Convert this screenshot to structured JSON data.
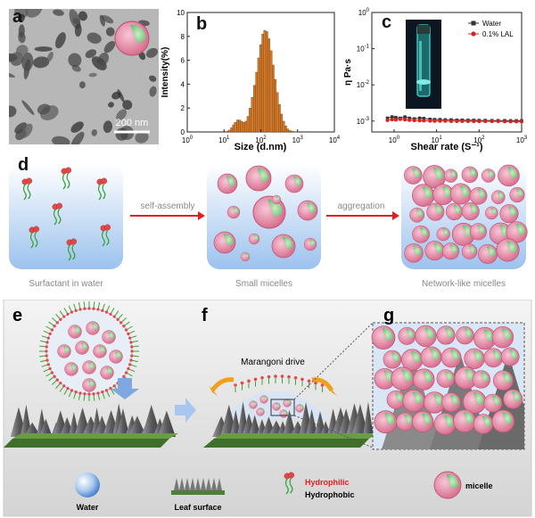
{
  "panels": {
    "a": "a",
    "b": "b",
    "c": "c",
    "d": "d",
    "e": "e",
    "f": "f",
    "g": "g"
  },
  "tem": {
    "scale_label": "200 nm"
  },
  "chart_data": [
    {
      "type": "bar",
      "panel": "b",
      "xlabel": "Size (d.nm)",
      "ylabel": "Intensity(%)",
      "xscale": "log",
      "xlim": [
        1,
        10000
      ],
      "ylim": [
        0,
        10
      ],
      "xticks": [
        "10^0",
        "10^1",
        "10^2",
        "10^3",
        "10^4"
      ],
      "yticks": [
        "0",
        "2",
        "4",
        "6",
        "8",
        "10"
      ],
      "x": [
        12,
        13,
        15,
        17,
        19,
        22,
        25,
        28,
        32,
        37,
        42,
        48,
        55,
        63,
        72,
        82,
        93,
        106,
        120,
        137,
        156,
        178,
        203,
        231,
        263,
        300,
        342,
        390,
        444,
        506,
        577,
        657,
        750,
        855
      ],
      "values": [
        0.05,
        0.15,
        0.35,
        0.6,
        0.8,
        1.0,
        1.0,
        0.9,
        0.8,
        0.9,
        1.3,
        2.0,
        2.9,
        3.9,
        5.0,
        6.2,
        7.3,
        8.2,
        8.5,
        8.4,
        7.8,
        6.8,
        5.6,
        4.4,
        3.3,
        2.3,
        1.5,
        0.9,
        0.5,
        0.25,
        0.12,
        0.06,
        0.03,
        0.01
      ]
    },
    {
      "type": "line",
      "panel": "c",
      "xlabel": "Shear rate (S⁻¹)",
      "ylabel": "η Pa·s",
      "xscale": "log",
      "yscale": "log",
      "xlim": [
        0.3,
        1000
      ],
      "ylim": [
        0.0005,
        1
      ],
      "xticks": [
        "10^0",
        "10^1",
        "10^2",
        "10^3"
      ],
      "yticks": [
        "10^-3",
        "10^-2",
        "10^-1",
        "10^0"
      ],
      "legend_position": "top-right",
      "series": [
        {
          "name": "Water",
          "color": "#333333",
          "x": [
            0.7,
            0.9,
            1.1,
            1.4,
            1.8,
            2.3,
            3,
            4,
            5,
            7,
            9,
            12,
            16,
            22,
            30,
            40,
            55,
            75,
            100,
            140,
            200,
            280,
            400,
            550,
            750,
            1000
          ],
          "values": [
            0.0012,
            0.0013,
            0.00125,
            0.0012,
            0.0013,
            0.0012,
            0.00115,
            0.0012,
            0.00118,
            0.00112,
            0.0011,
            0.0011,
            0.00108,
            0.00108,
            0.00106,
            0.00106,
            0.00105,
            0.00105,
            0.00104,
            0.00104,
            0.00103,
            0.00103,
            0.00103,
            0.00102,
            0.00102,
            0.00102
          ]
        },
        {
          "name": "0.1% LAL",
          "color": "#e02020",
          "x": [
            0.7,
            0.9,
            1.1,
            1.4,
            1.8,
            2.3,
            3,
            4,
            5,
            7,
            9,
            12,
            16,
            22,
            30,
            40,
            55,
            75,
            100,
            140,
            200,
            280,
            400,
            550,
            750,
            1000
          ],
          "values": [
            0.00105,
            0.0011,
            0.00108,
            0.00112,
            0.00109,
            0.00106,
            0.00104,
            0.00103,
            0.00102,
            0.00101,
            0.001,
            0.001,
            0.001,
            0.00099,
            0.00099,
            0.00099,
            0.00099,
            0.00098,
            0.00098,
            0.00098,
            0.00098,
            0.00098,
            0.00097,
            0.00097,
            0.00097,
            0.00097
          ]
        }
      ]
    }
  ],
  "assembly": {
    "step1_label": "Surfactant in water",
    "step2_label": "Small micelles",
    "step3_label": "Network-like micelles",
    "arrow1_label": "self-assembly",
    "arrow2_label": "aggregation"
  },
  "bottom": {
    "marangoni_label": "Marangoni drive",
    "legend_water": "Water",
    "legend_leaf": "Leaf surface",
    "legend_hydrophilic": "Hydrophilic",
    "legend_hydrophobic": "Hydrophobic",
    "legend_micelle": "micelle",
    "hydrophilic_color": "#e02020"
  }
}
